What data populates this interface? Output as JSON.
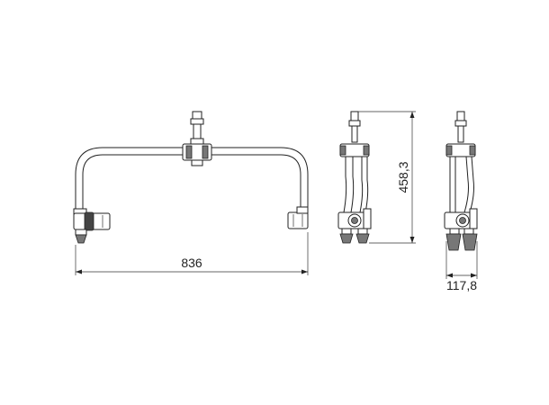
{
  "dimensions": {
    "width": "836",
    "height": "458,3",
    "depth": "117,8"
  }
}
